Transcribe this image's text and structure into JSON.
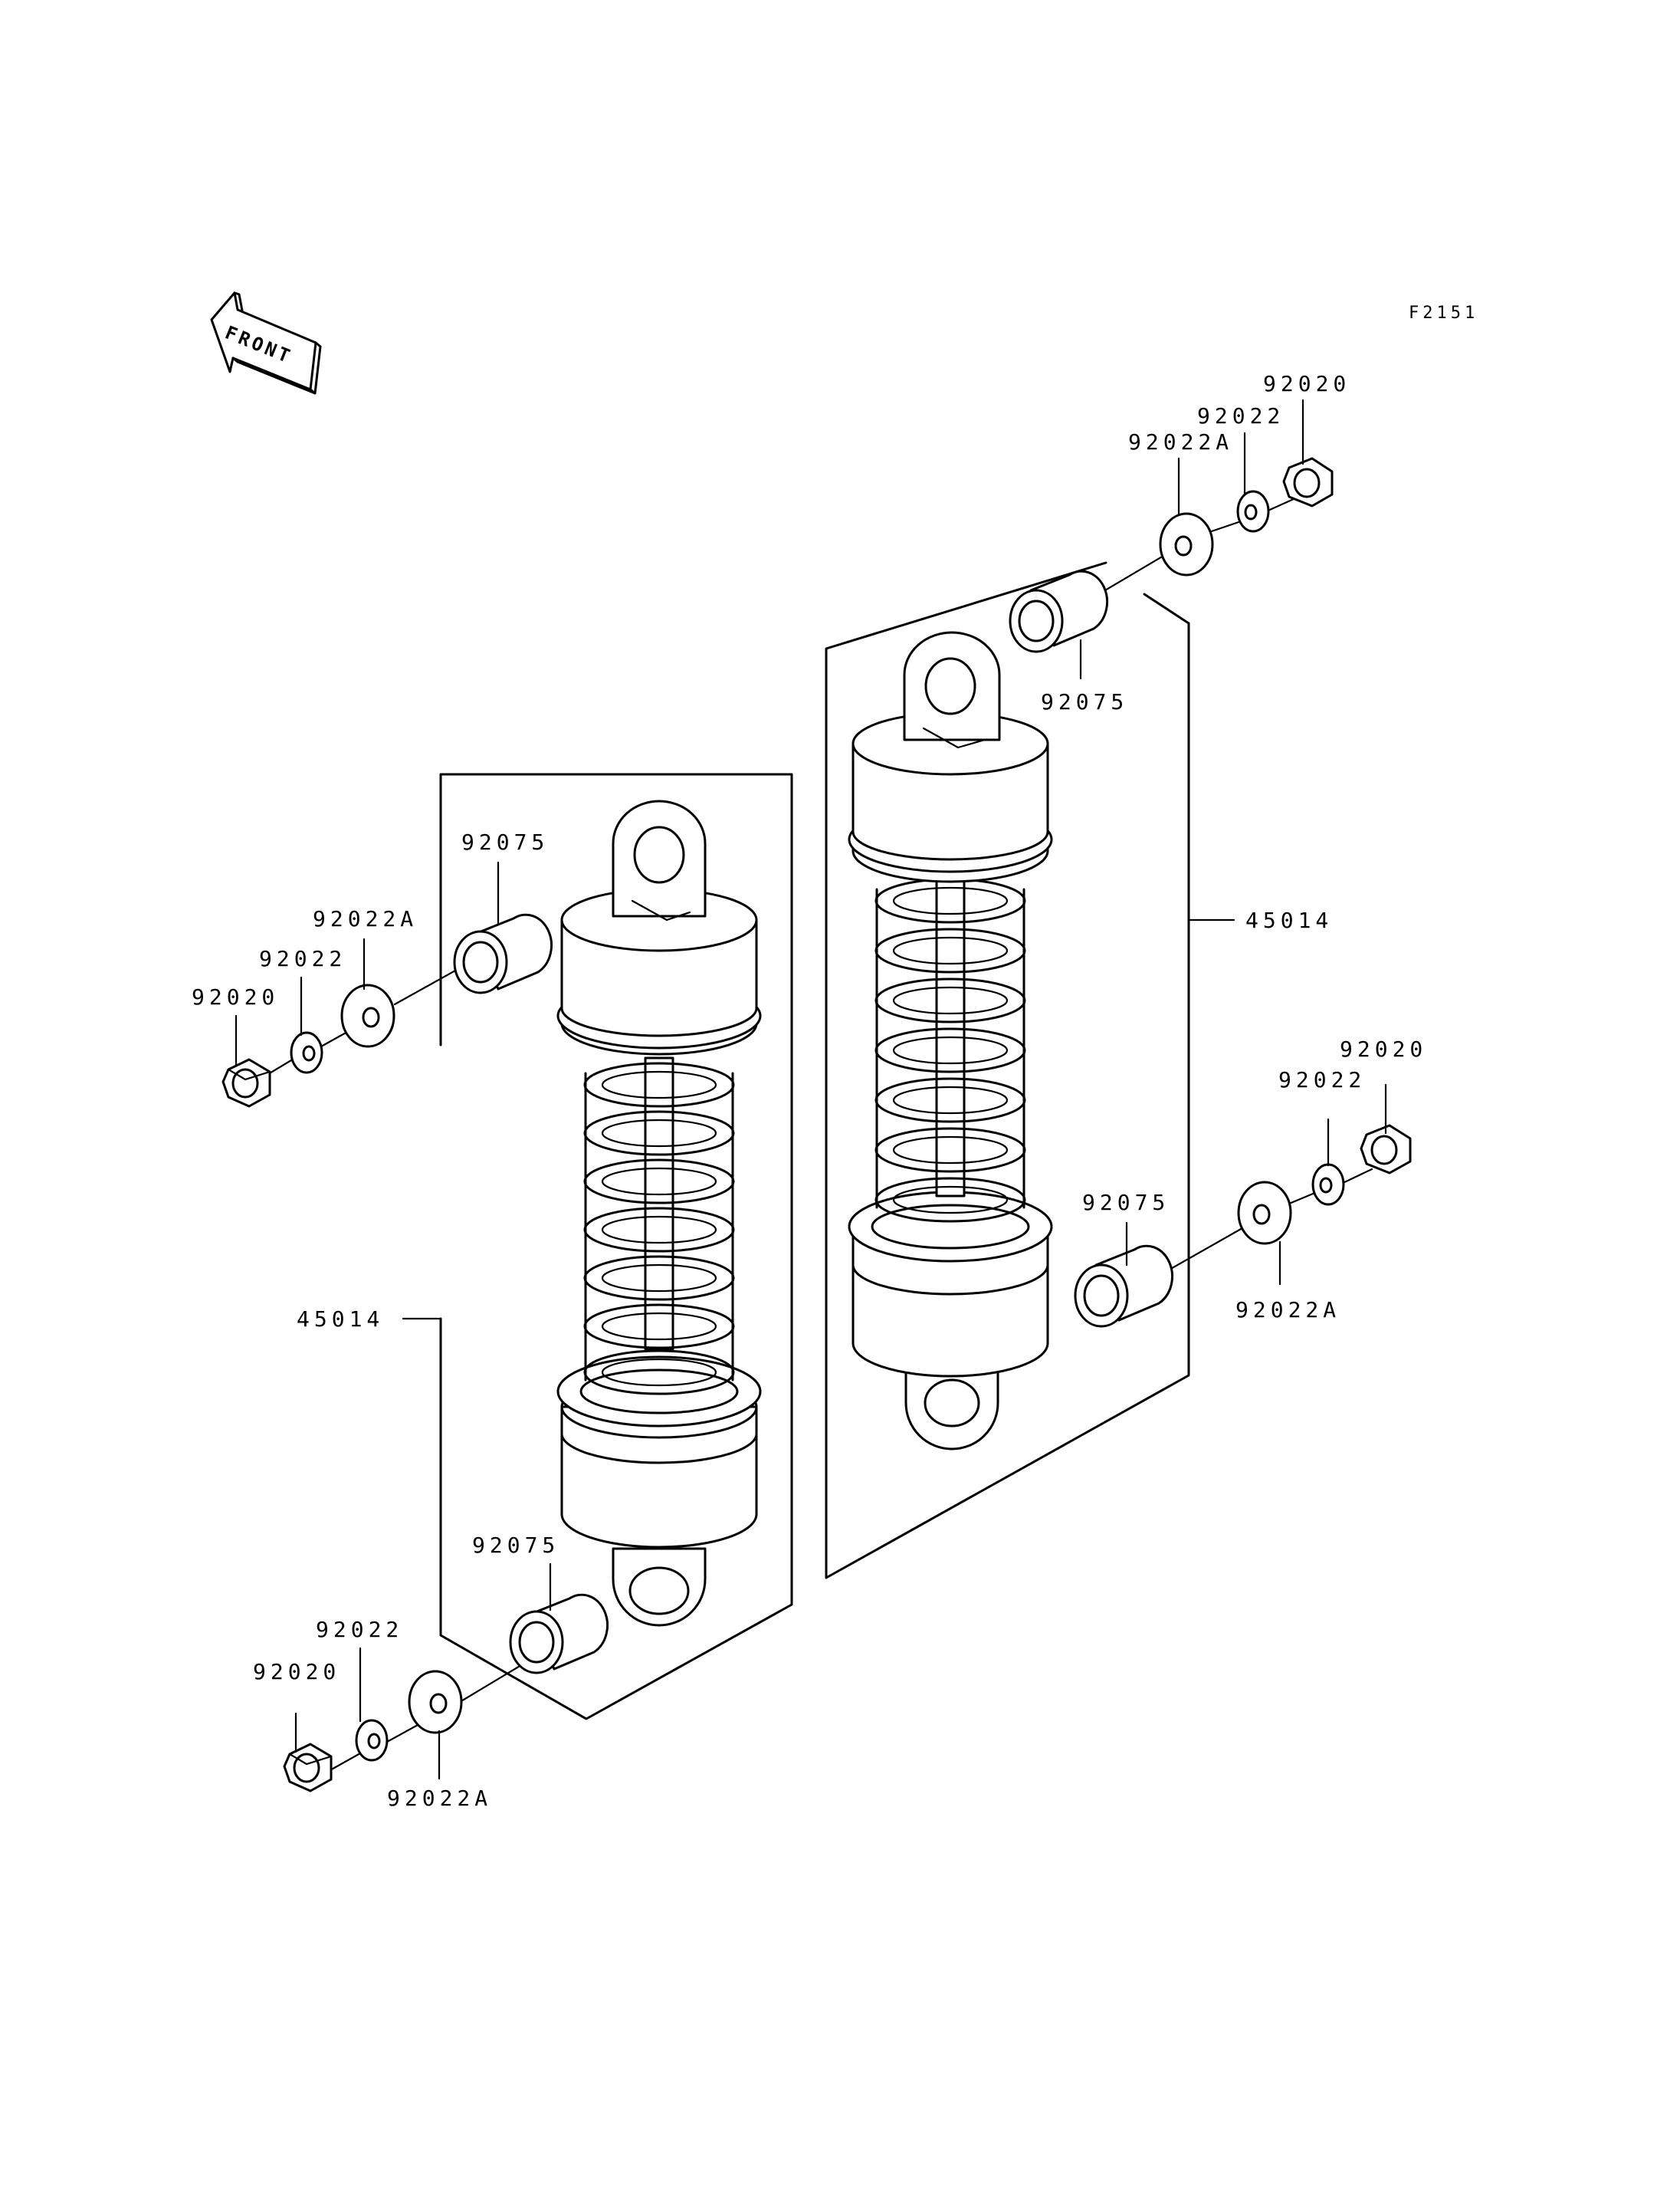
{
  "figure_code": "F2151",
  "front_arrow": {
    "label": "FRONT",
    "icon": "front-direction-arrow-icon"
  },
  "parts": {
    "shock_assembly": "45014",
    "nut": "92020",
    "washer": "92022",
    "washer_a": "92022A",
    "bushing": "92075"
  },
  "colors": {
    "line": "#000000",
    "background": "#ffffff"
  }
}
